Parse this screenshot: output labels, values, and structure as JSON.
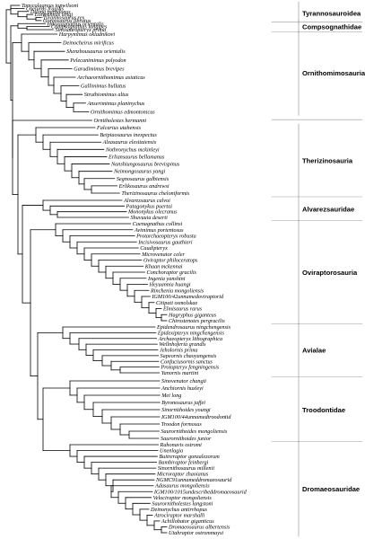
{
  "diagram": {
    "type": "cladogram",
    "colors": {
      "line": "#000000",
      "text": "#000000",
      "divider": "#9a9a9a",
      "background": "#ffffff"
    },
    "clades": [
      {
        "label": "Tyrannosauroidea",
        "first": "Tanycolagreus topwilsoni",
        "last": "Gorgosaurus libratus"
      },
      {
        "label": "Compsognathidae",
        "first": "Huaxiagnathus orientalis",
        "last": "Sinosauropteryx prima"
      },
      {
        "label": "Ornithomimosauria",
        "first": "Harpymimus okladnikovi",
        "last": "Ornithomimus edmontonicus"
      },
      {
        "label": "Therizinosauria",
        "first": "Falcarius utahensis",
        "last": "Therizinosaurus cheloniformis"
      },
      {
        "label": "Alvarezsauridae",
        "first": "Alvarezsaurus calvoi",
        "last": "Shuvuuia deserti"
      },
      {
        "label": "Oviraptorosauria",
        "first": "Caenagnathus collinsi",
        "last": "Chirostenotes pergracilis"
      },
      {
        "label": "Avialae",
        "first": "Epidendrosaurus ningchengensis",
        "last": "Yanornis martini"
      },
      {
        "label": "Troodontidae",
        "first": "Sinovenator changii",
        "last": "Saurornithoides junior"
      },
      {
        "label": "Dromaeosauridae",
        "first": "Rahonavis ostromi",
        "last": "Utahraptor ostrommaysi"
      }
    ],
    "taxa": [
      {
        "name": "Tanycolagreus topwilsoni"
      },
      {
        "name": "Coelurus fragilis"
      },
      {
        "name": "Dilong paradoxus"
      },
      {
        "name": "Eotyrannus lengi"
      },
      {
        "name": "Tyrannosaurus rex"
      },
      {
        "name": "Gorgosaurus libratus"
      },
      {
        "name": "Huaxiagnathus orientalis"
      },
      {
        "name": "Compsognathus longipes"
      },
      {
        "name": "Sinosauropteryx prima"
      },
      {
        "name": "Harpymimus okladnikovi"
      },
      {
        "name": "Deinocheirus mirificus"
      },
      {
        "name": "Shenzhousaurus orientalis"
      },
      {
        "name": "Pelecanimimus polyodon"
      },
      {
        "name": "Garudimimus brevipes"
      },
      {
        "name": "Archaeornithomimus asiaticus"
      },
      {
        "name": "Gallimimus bullatus"
      },
      {
        "name": "Struthiomimus altus"
      },
      {
        "name": "Anserimimus planinychus"
      },
      {
        "name": "Ornithomimus edmontonicus"
      },
      {
        "name": "Ornitholestes hermanni"
      },
      {
        "name": "Falcarius utahensis"
      },
      {
        "name": "Beipiaosaurus inexpectus"
      },
      {
        "name": "Alxasaurus elesitaiensis"
      },
      {
        "name": "Nothronychus mckinleyi"
      },
      {
        "name": "Erliansaurus bellamanus"
      },
      {
        "name": "Nanshiungosaurus brevispinus"
      },
      {
        "name": "Neimongosaurus yangi"
      },
      {
        "name": "Segnosaurus galbiensis"
      },
      {
        "name": "Erlikosaurus andrewsi"
      },
      {
        "name": "Therizinosaurus cheloniformis"
      },
      {
        "name": "Alvarezsaurus calvoi"
      },
      {
        "name": "Patagonykus puertai"
      },
      {
        "name": "Mononykus olecranus"
      },
      {
        "name": "Shuvuuia deserti"
      },
      {
        "name": "Caenagnathus collinsi"
      },
      {
        "name": "Avimimus portentosus"
      },
      {
        "name": "Protarchaeopteryx robusta"
      },
      {
        "name": "Incisivosaurus gauthieri"
      },
      {
        "name": "Caudipteryx"
      },
      {
        "name": "Microvenator celer"
      },
      {
        "name": "Oviraptor philoceratops"
      },
      {
        "name": "Khaan mckennai"
      },
      {
        "name": "Conchoraptor gracilis"
      },
      {
        "name": "Ingenia yanshini"
      },
      {
        "name": "Heyuannia huangi"
      },
      {
        "name": "Rinchenia mongoliensis"
      },
      {
        "name": "IGM100/42unnamedoviraptorid"
      },
      {
        "name": "Citipati osmolskae"
      },
      {
        "name": "Elmisaurus rarus"
      },
      {
        "name": "Hagryphus giganteus"
      },
      {
        "name": "Chirostenotes pergracilis"
      },
      {
        "name": "Epidendrosaurus ningchengensis"
      },
      {
        "name": "Epidexipteryx ningchengensis"
      },
      {
        "name": "Archaeopteryx lithographica"
      },
      {
        "name": "Wellnhoferia grandis"
      },
      {
        "name": "Jeholornis prima"
      },
      {
        "name": "Sapeornis chaoyangensis"
      },
      {
        "name": "Confuciusornis sanctus"
      },
      {
        "name": "Protopteryx fengningensis"
      },
      {
        "name": "Yanornis martini"
      },
      {
        "name": "Sinovenator changii"
      },
      {
        "name": "Anchiornis huxleyi"
      },
      {
        "name": "Mei long"
      },
      {
        "name": "Byronosaurus jaffei"
      },
      {
        "name": "Sinornithoides youngi"
      },
      {
        "name": "IGM100/44unnamedtroodontid"
      },
      {
        "name": "Troodon formosus"
      },
      {
        "name": "Saurornithoides mongoliensis"
      },
      {
        "name": "Saurornithoides junior"
      },
      {
        "name": "Rahonavis ostromi"
      },
      {
        "name": "Unenlagia"
      },
      {
        "name": "Buitreraptor gonzalezorum"
      },
      {
        "name": "Bambiraptor feinbergi"
      },
      {
        "name": "Sinornithosaurus millenii"
      },
      {
        "name": "Microraptor zhaoianus"
      },
      {
        "name": "NGMC91unnameddromaeosaurid"
      },
      {
        "name": "Adasaurus mongoliensis"
      },
      {
        "name": "IGM100/1015undescribeddromaeosaurid"
      },
      {
        "name": "Velociraptor mongoliensis"
      },
      {
        "name": "Saurornitholestes langstoni"
      },
      {
        "name": "Deinonychus antirrhopus"
      },
      {
        "name": "Atrociraptor marshalli"
      },
      {
        "name": "Achillobator giganticus"
      },
      {
        "name": "Dromaeosaurus albertensis"
      },
      {
        "name": "Utahraptor ostrommaysi"
      }
    ]
  }
}
